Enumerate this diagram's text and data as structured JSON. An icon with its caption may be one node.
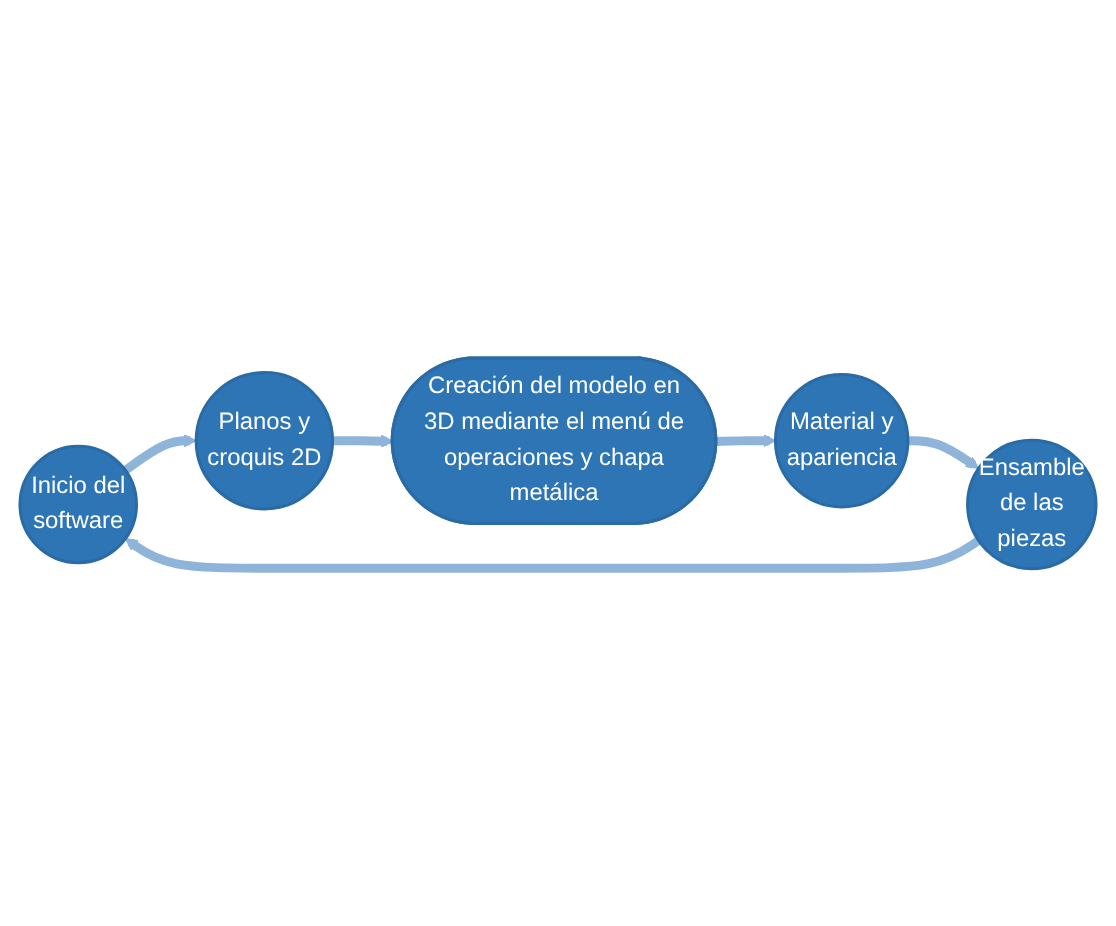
{
  "diagram": {
    "nodes": [
      {
        "text": [
          "Inicio del software"
        ]
      },
      {
        "text": [
          "Planos y croquis 2D"
        ]
      },
      {
        "text": [
          "Creación del modelo en 3D mediante el menú de operaciones y chapa metálica"
        ]
      },
      {
        "text": [
          "Material y apariencia"
        ]
      },
      {
        "text": [
          "Ensamble de las piezas"
        ]
      }
    ],
    "edges": [
      {
        "from": 0,
        "to": 1,
        "arrow": "to"
      },
      {
        "from": 1,
        "to": 2,
        "arrow": "to"
      },
      {
        "from": 2,
        "to": 3,
        "arrow": "to"
      },
      {
        "from": 3,
        "to": 4,
        "arrow": "to"
      },
      {
        "from": 4,
        "to": 0,
        "arrow": "to"
      }
    ]
  }
}
